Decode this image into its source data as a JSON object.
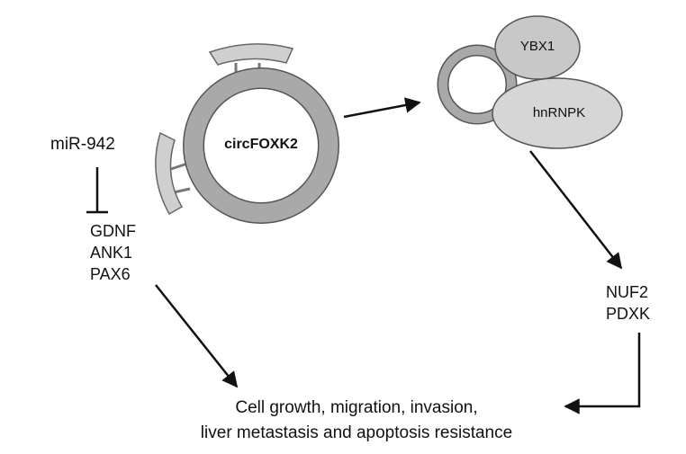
{
  "circrna": {
    "label": "circFOXK2"
  },
  "mirna": {
    "label": "miR-942"
  },
  "mirna_targets": [
    "GDNF",
    "ANK1",
    "PAX6"
  ],
  "proteins": {
    "ybx1": "YBX1",
    "hnrnpk": "hnRNPK"
  },
  "protein_targets": [
    "NUF2",
    "PDXK"
  ],
  "outcome": {
    "line1": "Cell growth, migration, invasion,",
    "line2": "liver metastasis and apoptosis resistance"
  },
  "colors": {
    "ring_fill": "#a9a9a9",
    "ring_stroke": "#555555",
    "protein_fill": "#c8c8c8",
    "protein_fill_light": "#d6d6d6",
    "arrow": "#111111"
  }
}
